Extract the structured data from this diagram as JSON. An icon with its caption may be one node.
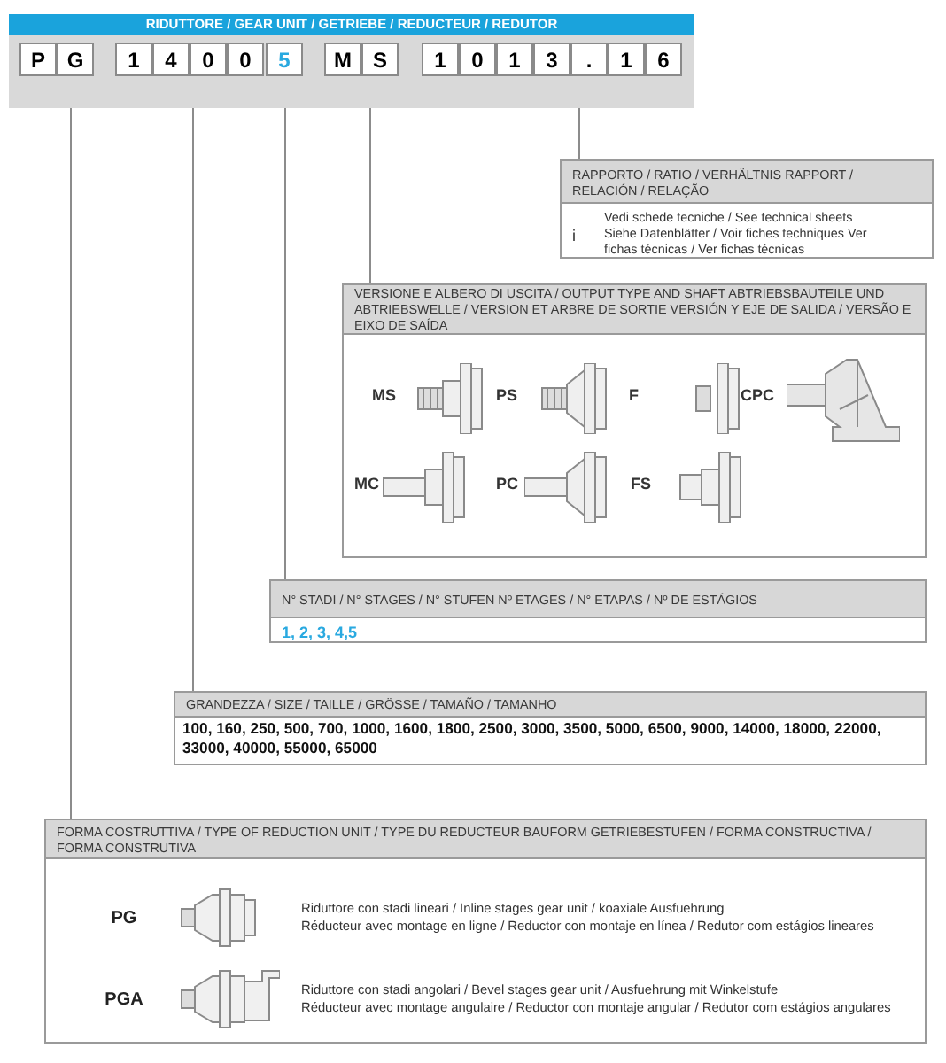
{
  "diagram": {
    "nodes": [
      {
        "text": [
          "RIDUTTORE / GEAR UNIT / GETRIEBE / REDUCTEUR / REDUTOR"
        ]
      },
      {
        "text": [
          "P",
          "G"
        ],
        "in": 0
      },
      {
        "text": [
          "1",
          "4",
          "0",
          "0"
        ],
        "in": 0
      },
      {
        "text": [
          "5"
        ],
        "in": 0
      },
      {
        "text": [
          "M",
          "S"
        ],
        "in": 0
      },
      {
        "text": [
          "1",
          "0",
          "1",
          "3",
          ".",
          "1",
          "6"
        ],
        "in": 0
      },
      {
        "text": [
          "RAPPORTO / RATIO / VERHÄLTNIS RAPPORT / RELACIÓN / RELAÇÃO",
          "i",
          "Vedi schede tecniche / See technical sheets Siehe Datenblätter / Voir fiches techniques Ver fichas técnicas / Ver fichas técnicas"
        ]
      },
      {
        "text": [
          "VERSIONE E ALBERO DI USCITA / OUTPUT TYPE AND SHAFT ABTRIEBSBAUTEILE UND ABTRIEBSWELLE / VERSION ET ARBRE DE  SORTIE VERSIÓN Y EJE DE SALIDA / VERSÃO E EIXO DE SAÍDA"
        ]
      },
      {
        "text": [
          "N° STADI / N° STAGES / N° STUFEN Nº ETAGES / N° ETAPAS / Nº DE ESTÁGIOS",
          "1, 2, 3, 4,5"
        ]
      },
      {
        "text": [
          "GRANDEZZA / SIZE / TAILLE / GRÖSSE / TAMAÑO / TAMANHO",
          "100, 160, 250, 500, 700, 1000, 1600, 1800, 2500, 3000, 3500, 5000, 6500, 9000, 14000, 18000, 22000,  33000, 40000, 55000, 65000"
        ]
      },
      {
        "text": [
          "FORMA COSTRUTTIVA / TYPE OF REDUCTION UNIT / TYPE DU REDUCTEUR BAUFORM GETRIEBESTUFEN / FORMA CONSTRUCTIVA / FORMA CONSTRUTIVA"
        ]
      }
    ],
    "edges": [
      {
        "from": 5,
        "to": 6,
        "arrow": "none"
      },
      {
        "from": 4,
        "to": 7,
        "arrow": "none"
      },
      {
        "from": 3,
        "to": 8,
        "arrow": "none"
      },
      {
        "from": 2,
        "to": 9,
        "arrow": "none"
      },
      {
        "from": 1,
        "to": 10,
        "arrow": "none"
      }
    ],
    "labels": [
      "MS",
      "PS",
      "F",
      "CPC",
      "MC",
      "PC",
      "FS",
      "PG",
      "Riduttore con stadi lineari / Inline stages gear unit / koaxiale Ausfuehrung",
      "Réducteur avec montage en ligne / Reductor con montaje en línea / Redutor com estágios lineares",
      "PGA",
      "Riduttore con stadi angolari / Bevel stages gear unit / Ausfuehrung mit Winkelstufe",
      "Réducteur avec montage angulaire / Reductor con montaje angular / Redutor com estágios angulares"
    ]
  }
}
